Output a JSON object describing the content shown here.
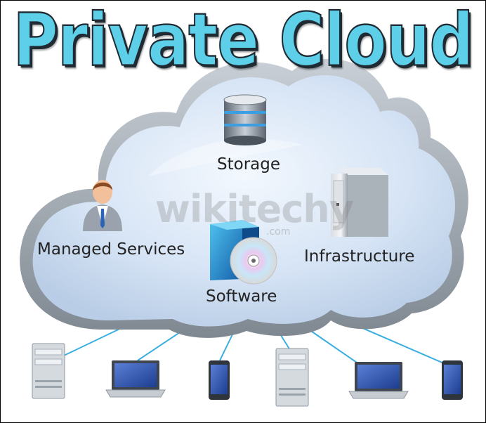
{
  "title": "Private Cloud",
  "watermark": {
    "name": "wikitechy",
    "suffix": ".com"
  },
  "services": {
    "storage": "Storage",
    "managed_services": "Managed Services",
    "infrastructure": "Infrastructure",
    "software": "Software"
  },
  "devices": [
    "server",
    "laptop",
    "phone",
    "server",
    "laptop",
    "phone"
  ],
  "colors": {
    "title_fill": "#5ecfe8",
    "title_outline": "#1f2a33",
    "cloud_fill": "#dce8f7",
    "cloud_edge": "#9aa3ad",
    "link_line": "#3aaee0"
  }
}
